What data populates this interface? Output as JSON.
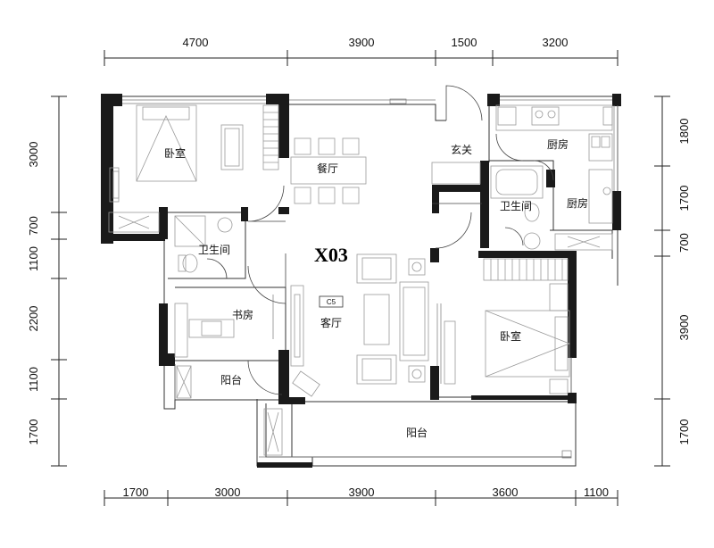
{
  "plan": {
    "unit_label": "X03",
    "window_tag": "C5",
    "dims_top": [
      "4700",
      "3900",
      "1500",
      "3200"
    ],
    "dims_bottom": [
      "1700",
      "3000",
      "3900",
      "3600",
      "1100"
    ],
    "dims_left": [
      "3000",
      "700",
      "1100",
      "2200",
      "1100",
      "1700"
    ],
    "dims_right": [
      "1800",
      "1700",
      "700",
      "3900",
      "1700"
    ],
    "rooms": {
      "bedroom_1": "卧室",
      "dining": "餐厅",
      "entrance": "玄关",
      "kitchen_1": "厨房",
      "kitchen_2": "厨房",
      "bath_1": "卫生间",
      "bath_2": "卫生间",
      "living": "客厅",
      "study": "书房",
      "bedroom_2": "卧室",
      "balcony_1": "阳台",
      "balcony_2": "阳台"
    }
  }
}
